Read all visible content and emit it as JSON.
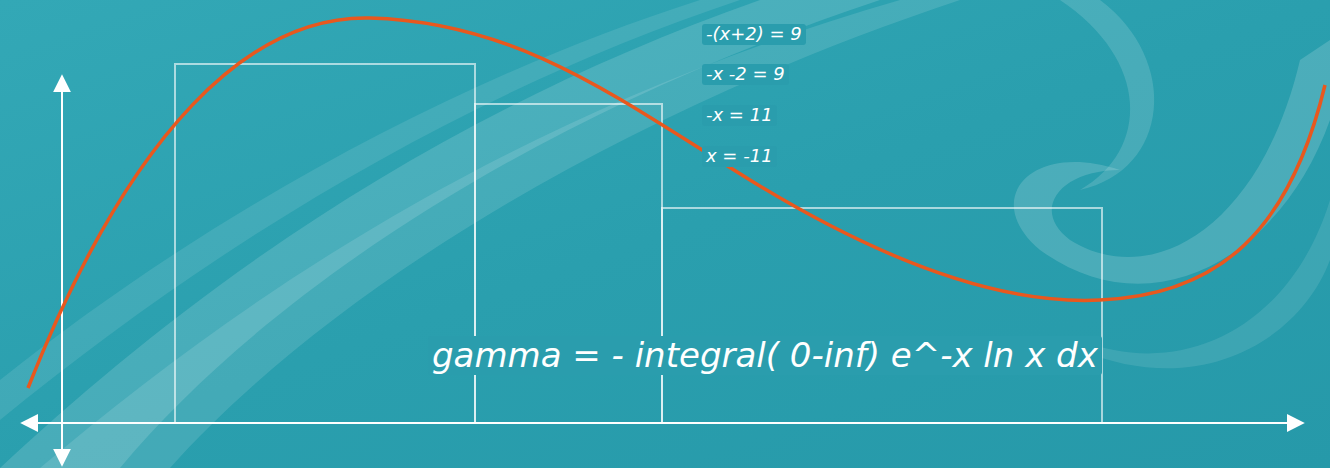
{
  "diagram": {
    "labels": [
      "-(x+2) = 9",
      "-x -2 = 9",
      "-x = 11",
      "x = -11",
      "gamma = - integral( 0-inf) e^-x ln x dx"
    ]
  }
}
